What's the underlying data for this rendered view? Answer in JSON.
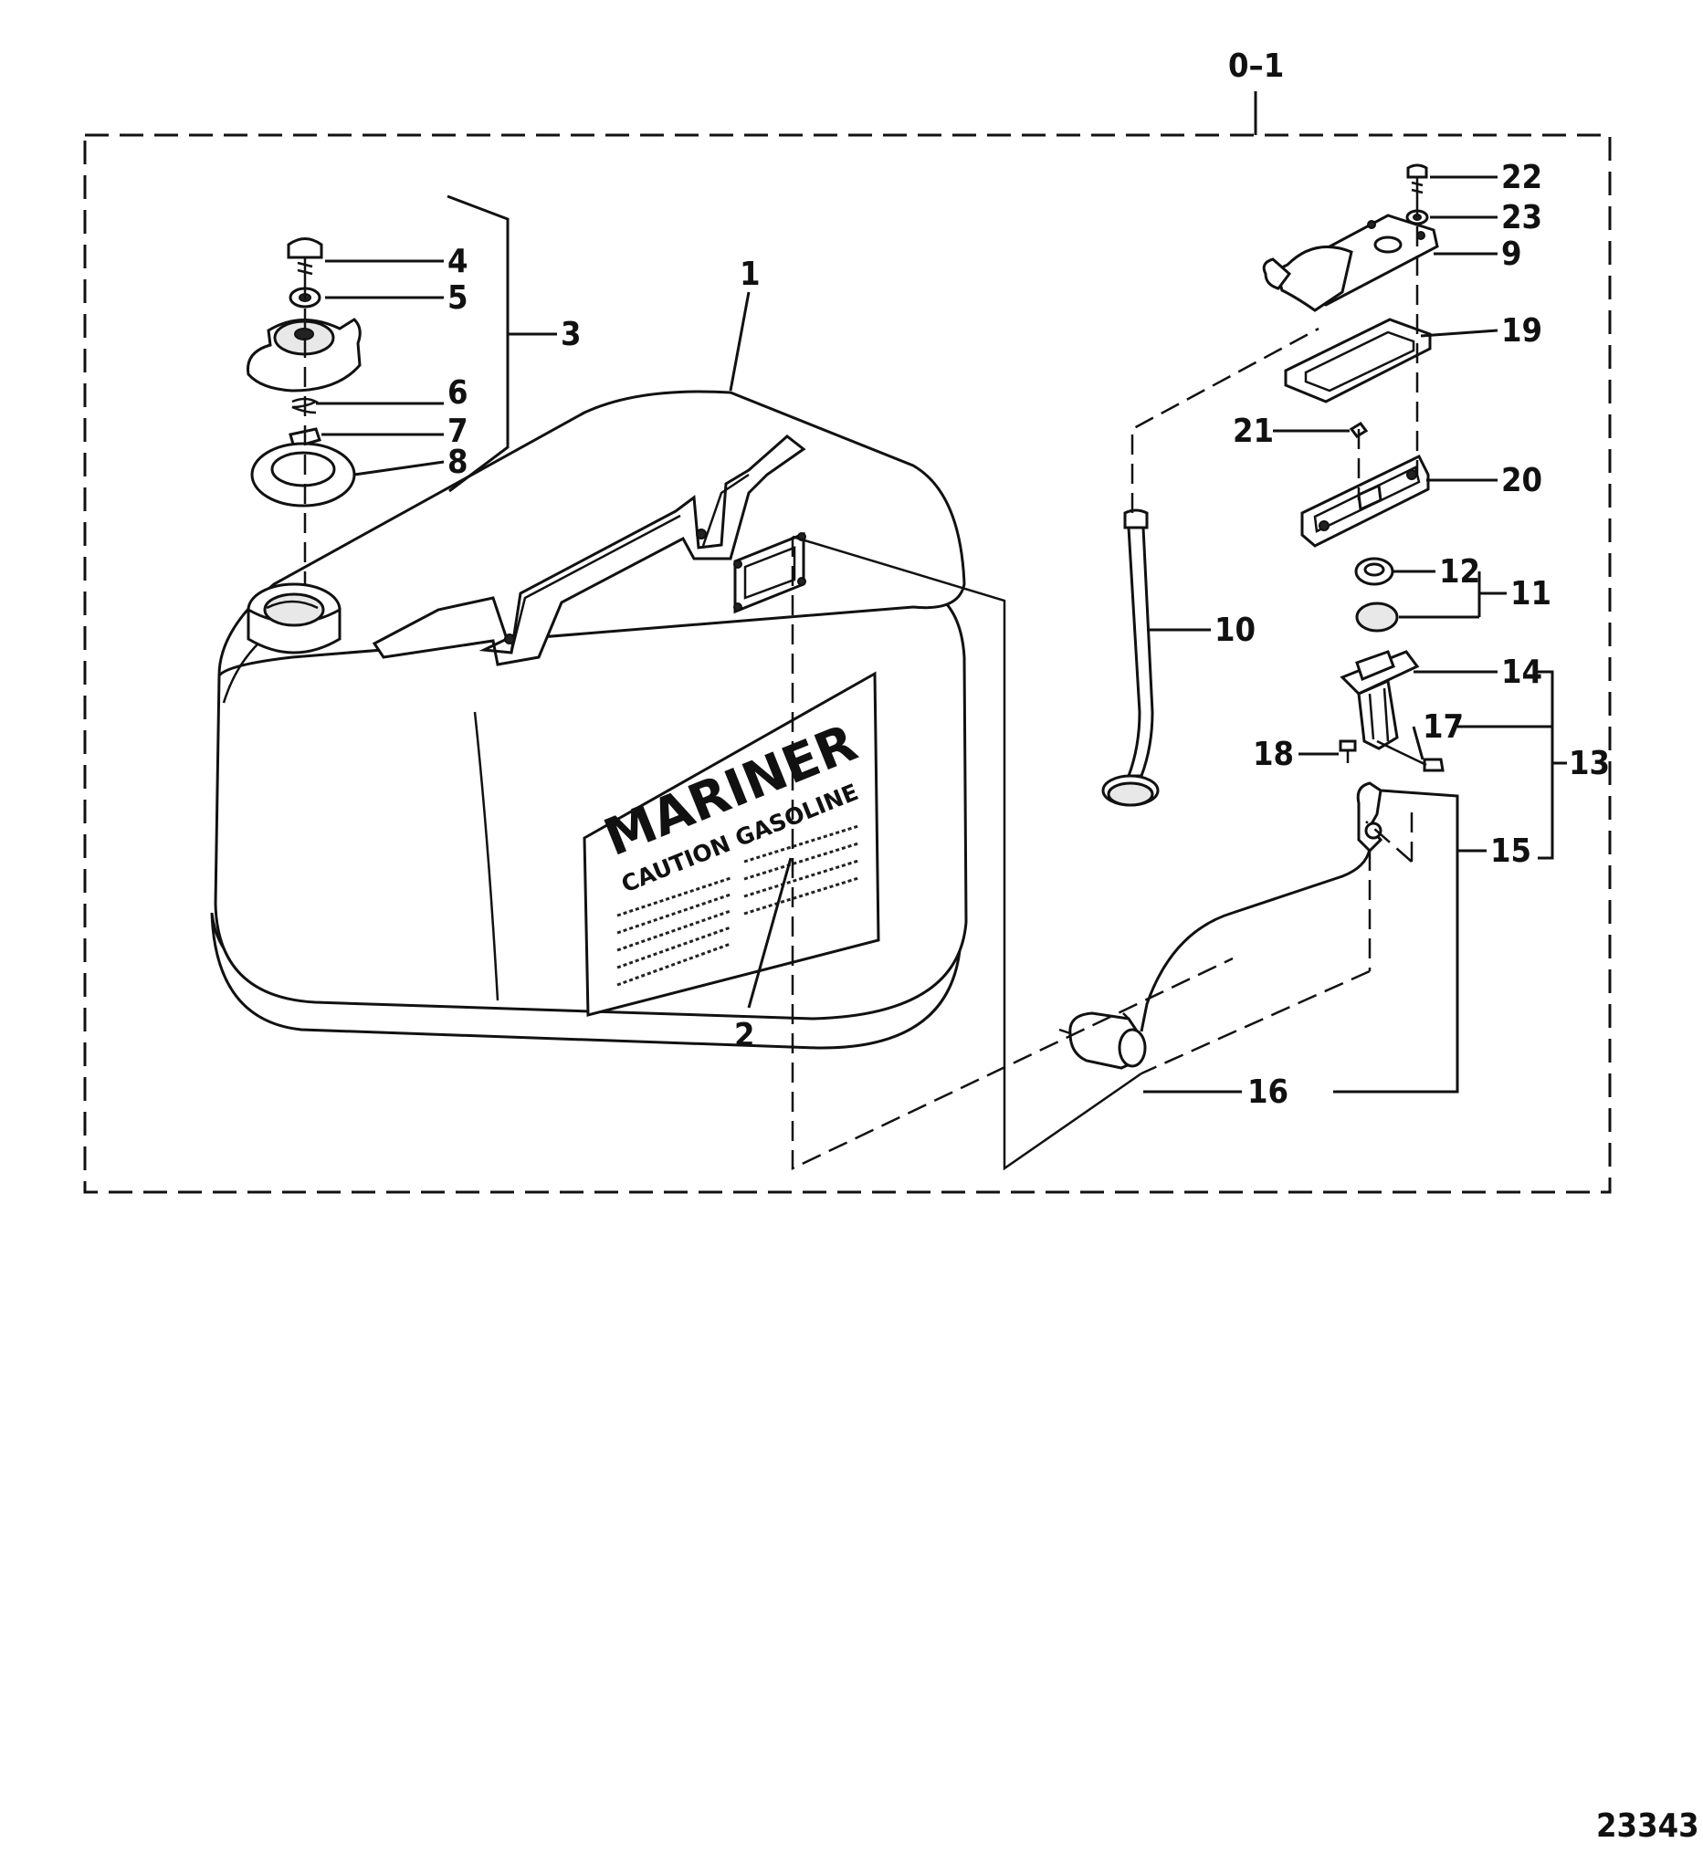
{
  "diagram": {
    "assembly_label": "0–1",
    "drawing_number": "23343",
    "decal": {
      "brand": "MARINER",
      "caution": "CAUTION GASOLINE"
    },
    "callouts": {
      "c1": "1",
      "c2": "2",
      "c3": "3",
      "c4": "4",
      "c5": "5",
      "c6": "6",
      "c7": "7",
      "c8": "8",
      "c9": "9",
      "c10": "10",
      "c11": "11",
      "c12": "12",
      "c13": "13",
      "c14": "14",
      "c15": "15",
      "c16": "16",
      "c17": "17",
      "c18": "18",
      "c19": "19",
      "c20": "20",
      "c21": "21",
      "c22": "22",
      "c23": "23"
    }
  }
}
